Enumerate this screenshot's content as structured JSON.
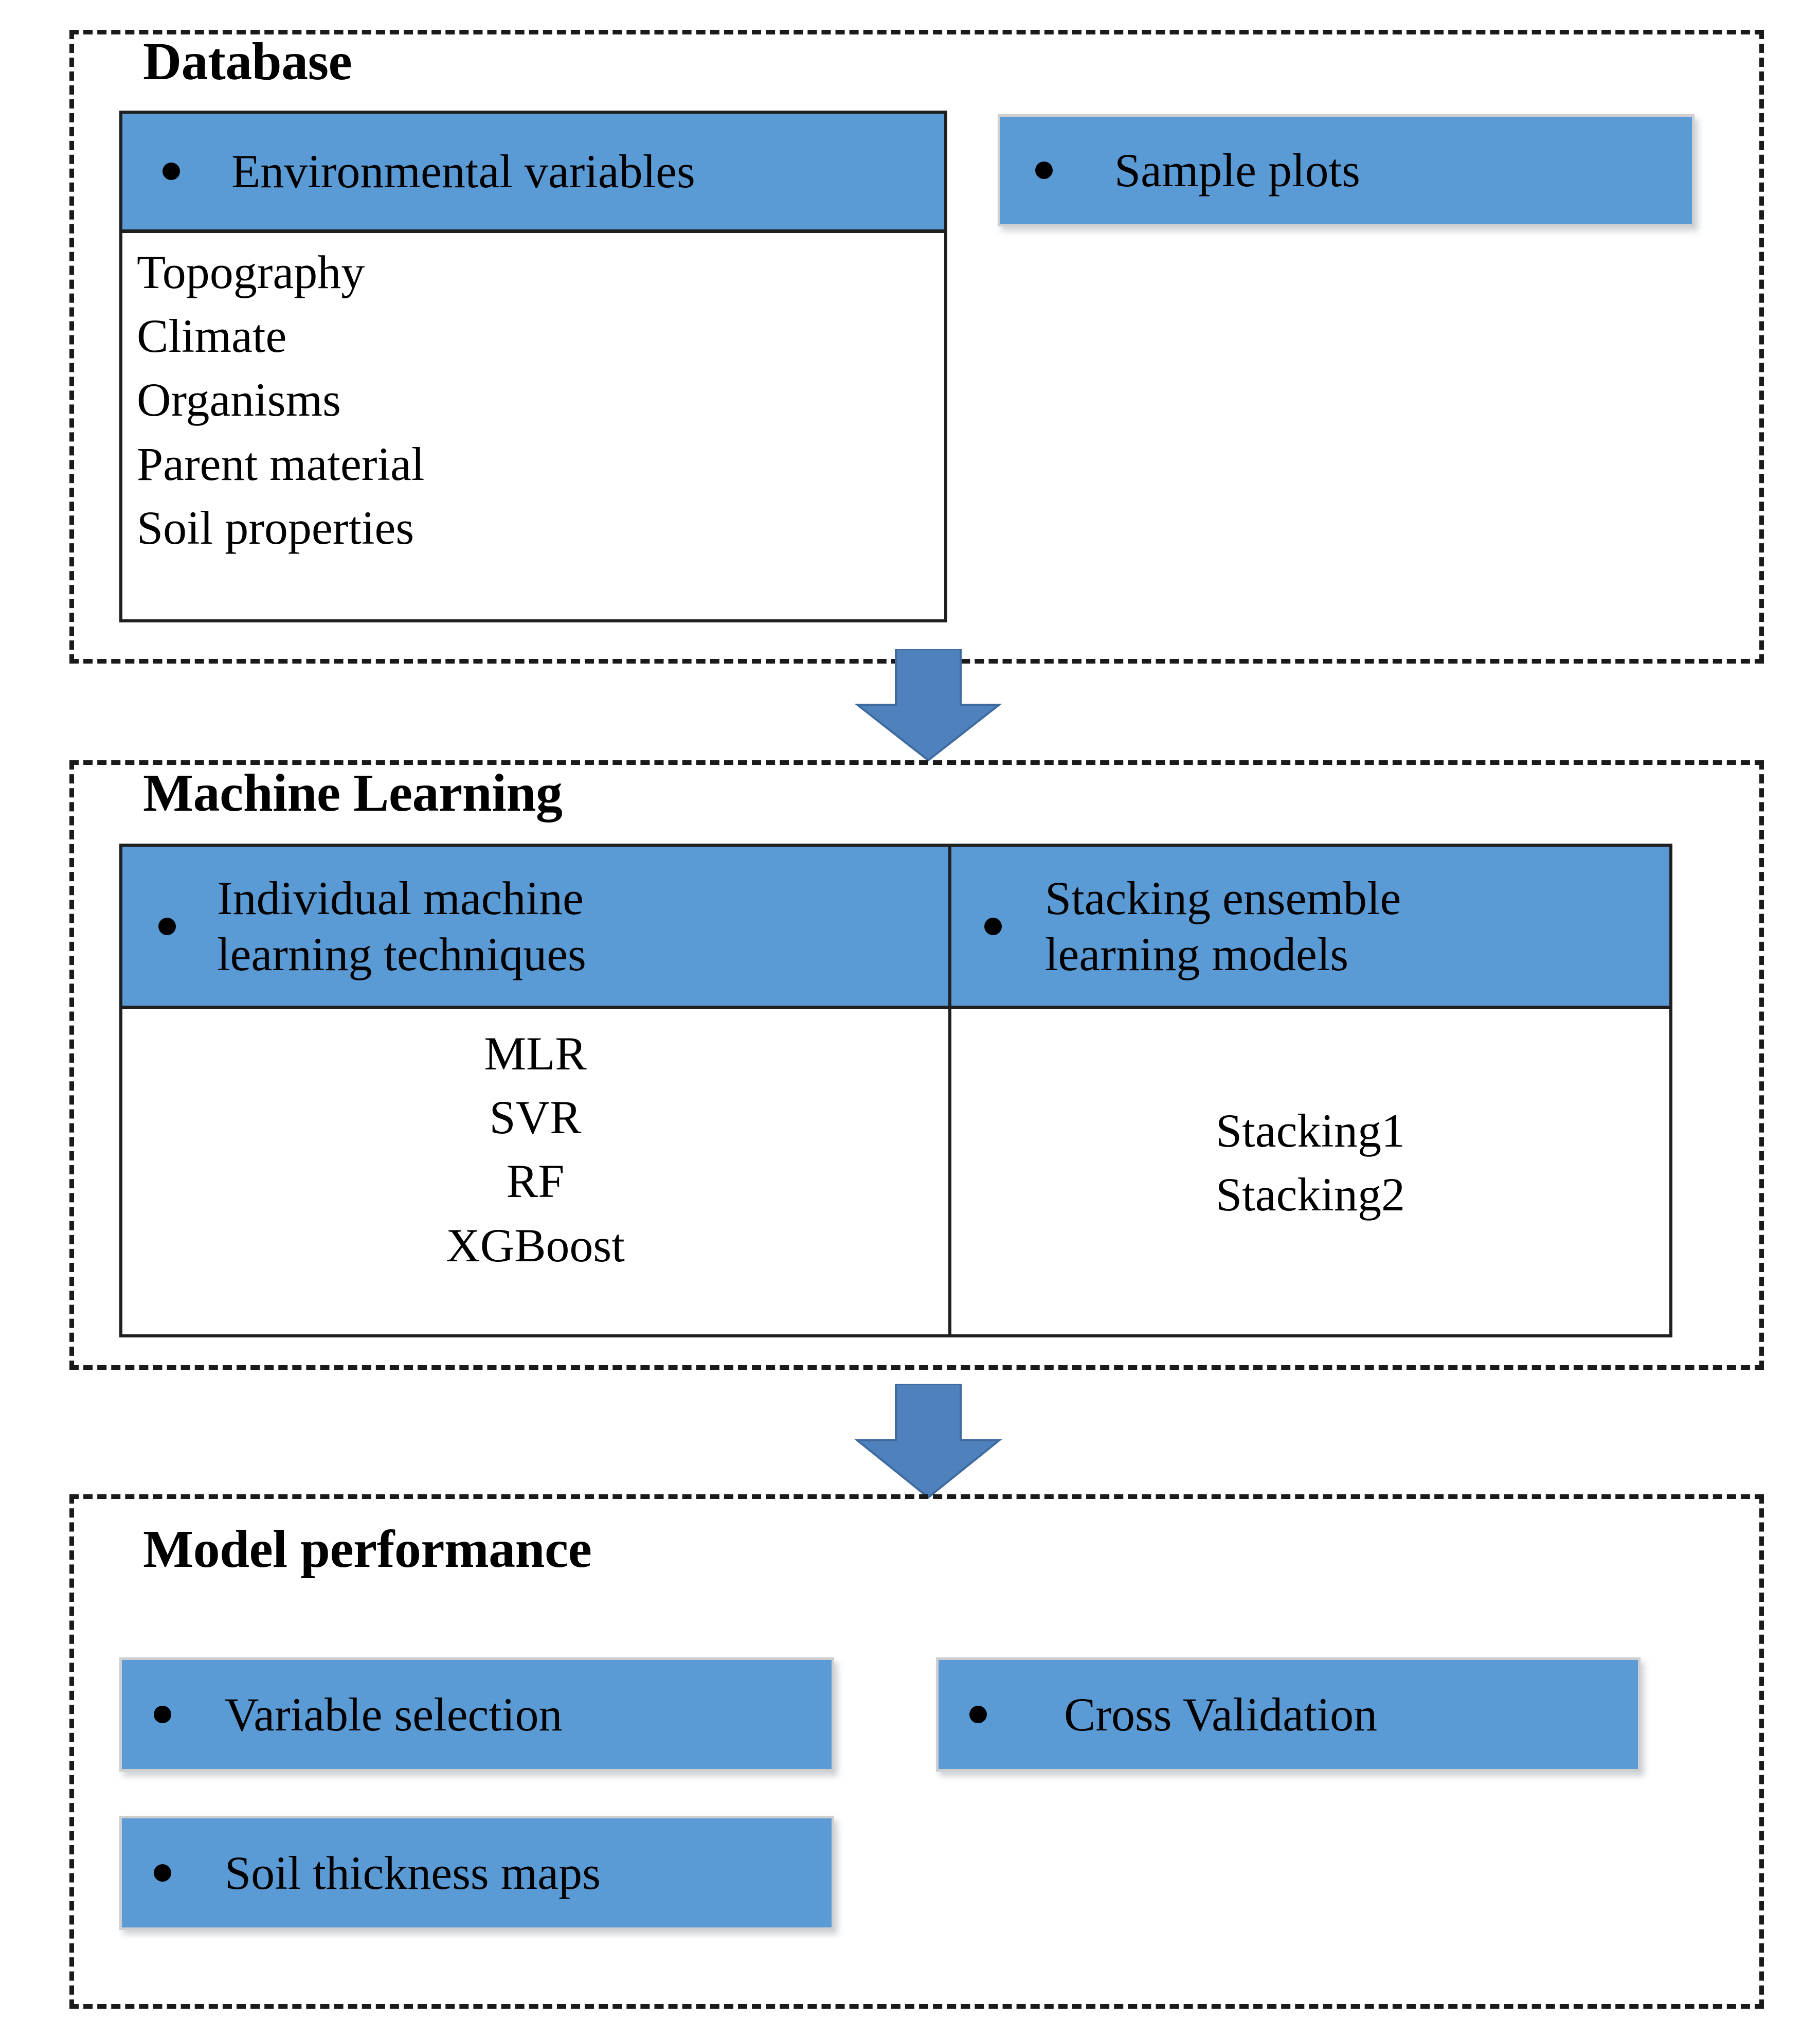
{
  "figure": {
    "type": "flowchart",
    "orientation": "vertical",
    "accent_color": "#5B9BD5",
    "arrow_color": "#4F81BD",
    "border_color": "#1a1a1a",
    "stage_count": 3
  },
  "stages": [
    {
      "id": "database",
      "title": "Database",
      "blocks": [
        {
          "id": "environmental-variables",
          "kind": "table-column",
          "header": {
            "bullet": true,
            "label": "Environmental variables"
          },
          "items": [
            "Topography",
            "Climate",
            "Organisms",
            "Parent material",
            "Soil properties"
          ]
        },
        {
          "id": "sample-plots",
          "kind": "callout-box",
          "bullet": true,
          "label": "Sample plots"
        }
      ]
    },
    {
      "id": "machine-learning",
      "title": "Machine Learning",
      "blocks": [
        {
          "id": "individual-techniques",
          "kind": "table-column",
          "header": {
            "bullet": true,
            "label": "Individual machine\nlearning techniques"
          },
          "items": [
            "MLR",
            "SVR",
            "RF",
            "XGBoost"
          ]
        },
        {
          "id": "stacking-models",
          "kind": "table-column",
          "header": {
            "bullet": true,
            "label": "Stacking ensemble\nlearning models"
          },
          "items": [
            "Stacking1",
            "Stacking2"
          ]
        }
      ]
    },
    {
      "id": "model-performance",
      "title": "Model performance",
      "blocks": [
        {
          "id": "variable-selection",
          "kind": "callout-box",
          "bullet": true,
          "label": "Variable selection"
        },
        {
          "id": "cross-validation",
          "kind": "callout-box",
          "bullet": true,
          "label": "Cross Validation"
        },
        {
          "id": "soil-thickness-maps",
          "kind": "callout-box",
          "bullet": true,
          "label": "Soil thickness maps"
        }
      ]
    }
  ],
  "connectors": [
    {
      "id": "arrow-database-to-ml",
      "icon": "down-arrow-icon",
      "from": "database",
      "to": "machine-learning"
    },
    {
      "id": "arrow-ml-to-performance",
      "icon": "down-arrow-icon",
      "from": "machine-learning",
      "to": "model-performance"
    }
  ]
}
